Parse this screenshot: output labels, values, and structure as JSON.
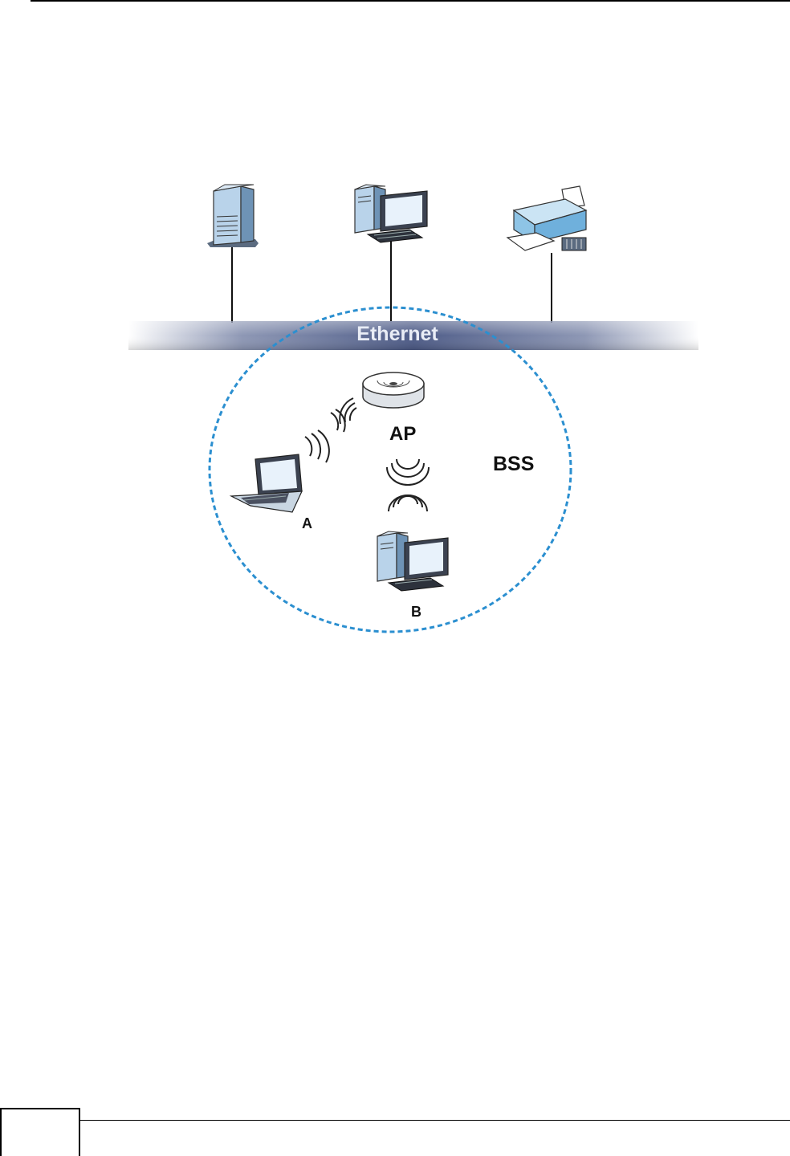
{
  "diagram": {
    "labels": {
      "ethernet": "Ethernet",
      "ap": "AP",
      "bss": "BSS",
      "client_a": "A",
      "client_b": "B"
    }
  },
  "icons": {
    "server": "server-tower-icon",
    "desktop_top": "desktop-computer-icon",
    "printer": "printer-icon",
    "access_point": "access-point-icon",
    "laptop": "laptop-icon",
    "desktop_b": "desktop-computer-icon"
  },
  "colors": {
    "bss_boundary": "#2b8fd0",
    "ethernet_bar": "#5c6a94",
    "device_blue": "#a9c9e4",
    "printer_blue": "#8ec4e6"
  }
}
